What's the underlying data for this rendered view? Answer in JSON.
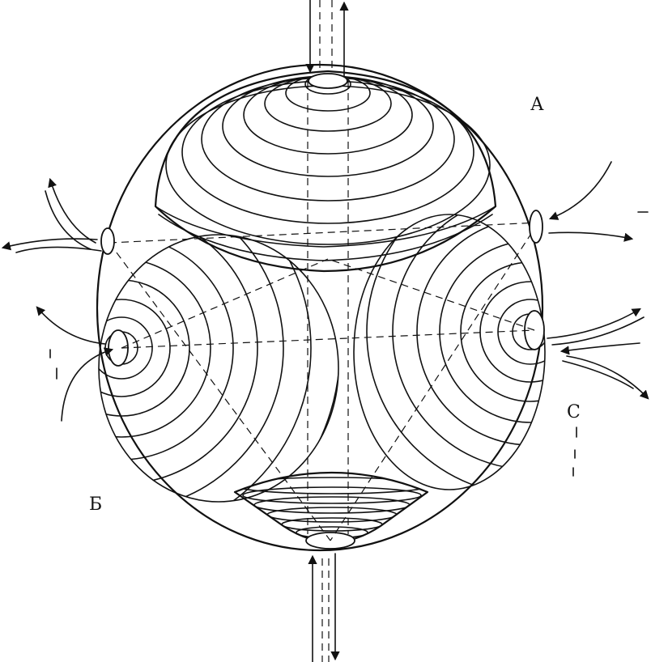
{
  "labels": {
    "a": "А",
    "b": "Б",
    "c": "С"
  },
  "colors": {
    "ink": "#111111",
    "paper": "#ffffff"
  }
}
